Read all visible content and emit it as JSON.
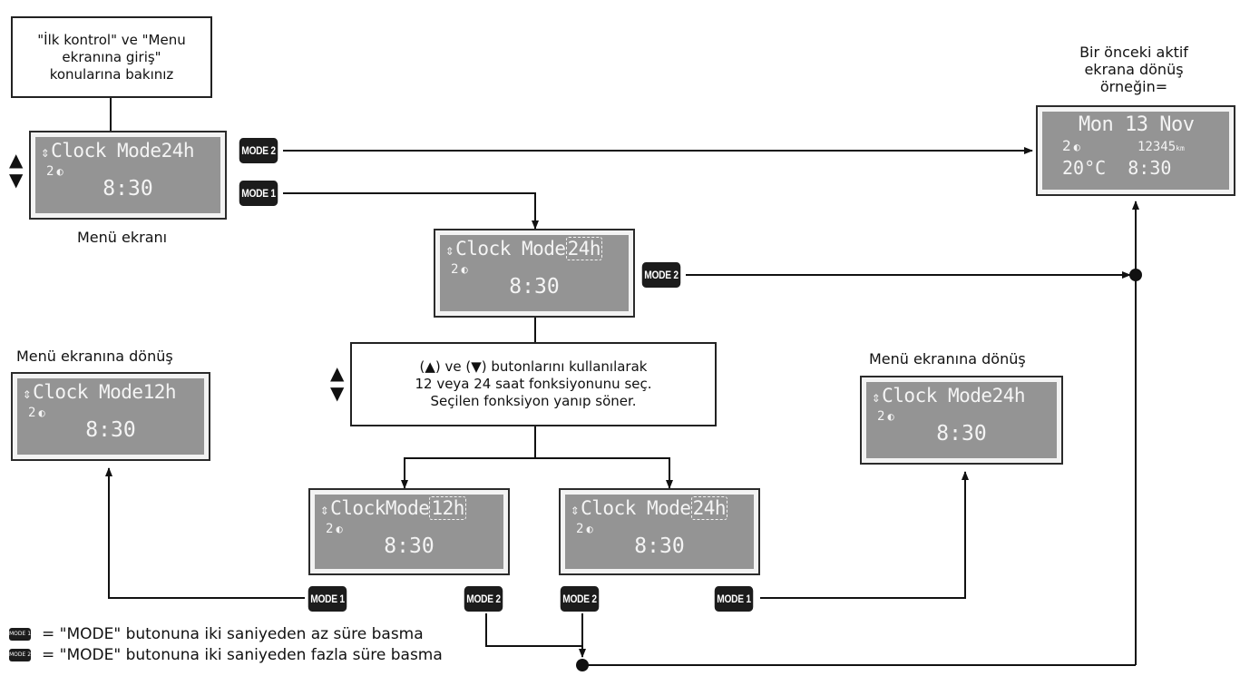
{
  "start_note": {
    "lines": [
      "\"İlk kontrol\" ve \"Menu",
      "ekranına giriş\"",
      "konularına bakınız"
    ]
  },
  "menu_label": "Menü ekranı",
  "prev_label": {
    "lines": [
      "Bir önceki aktif",
      "ekrana dönüş",
      "örneğin="
    ]
  },
  "instruction": {
    "lines": [
      "(▲) ve (▼) butonlarını kullanılarak",
      "12 veya 24 saat fonksiyonunu seç.",
      "Seçilen fonksiyon yanıp söner."
    ]
  },
  "return_label_left": "Menü ekranına dönüş",
  "return_label_right": "Menü ekranına dönüş",
  "badges": {
    "mode1": "MODE 1",
    "mode2": "MODE 2"
  },
  "lcd": {
    "menu": {
      "arrow": "⇕",
      "line1": "Clock Mode24h",
      "line2": "2",
      "time": "8:30"
    },
    "center": {
      "arrow": "⇕",
      "line1": "Clock Mode",
      "value": "24h",
      "line2": "2",
      "time": "8:30"
    },
    "sel12": {
      "arrow": "⇕",
      "line1": "ClockMode",
      "value": "12h",
      "line2": "2",
      "time": "8:30"
    },
    "sel24": {
      "arrow": "⇕",
      "line1": "Clock Mode",
      "value": "24h",
      "line2": "2",
      "time": "8:30"
    },
    "ret12": {
      "arrow": "⇕",
      "line1": "Clock Mode12h",
      "line2": "2",
      "time": "8:30"
    },
    "ret24": {
      "arrow": "⇕",
      "line1": "Clock Mode24h",
      "line2": "2",
      "time": "8:30"
    },
    "prev": {
      "line1": "Mon 13 Nov",
      "line2": "2",
      "odo": "12345",
      "odo_unit": "km",
      "temp": "20°C",
      "time": "8:30"
    }
  },
  "legend": [
    {
      "text": "= \"MODE\" butonuna iki saniyeden az süre basma"
    },
    {
      "text": "= \"MODE\" butonuna iki saniyeden fazla süre basma"
    }
  ],
  "colors": {
    "lcd_bg": "#949494",
    "lcd_text": "#f4f4f4",
    "badge_bg": "#1c1c1c"
  }
}
